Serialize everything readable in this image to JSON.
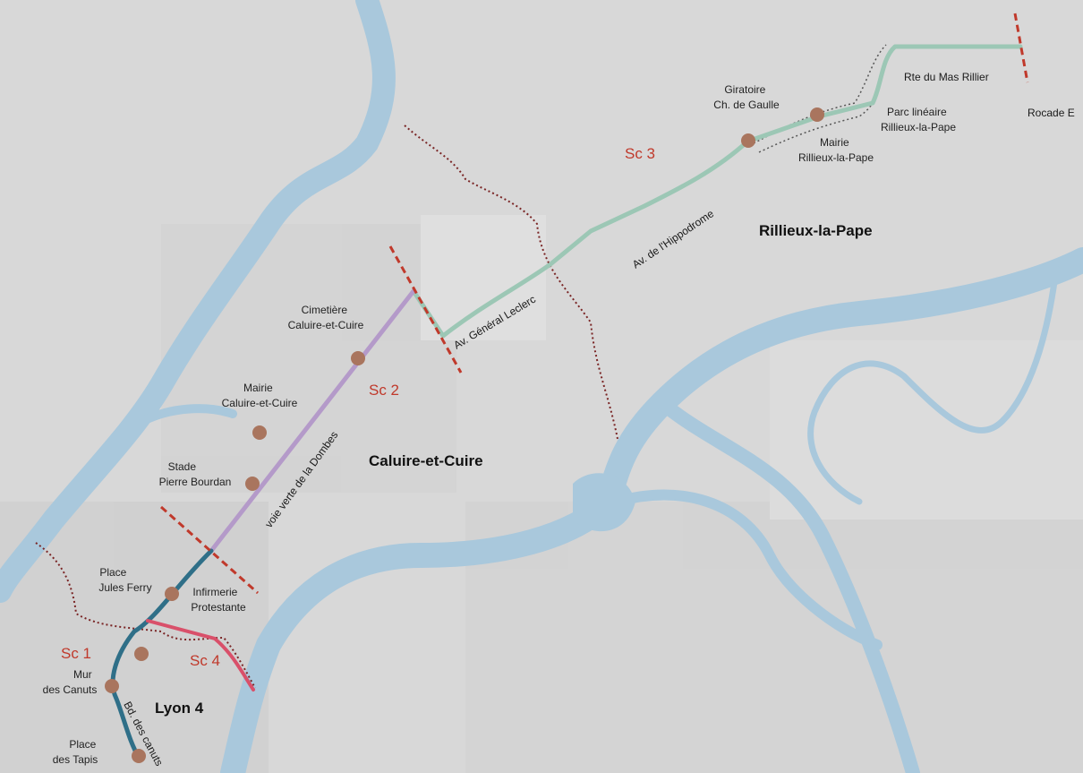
{
  "colors": {
    "background": "#d9d9d9",
    "water": "#a9c8dc",
    "route_sc1": "#2f6f88",
    "route_sc2": "#b49ac9",
    "route_sc3": "#9cc7b5",
    "route_sc4": "#d9506a",
    "stop": "#a9755e",
    "boundary": "#7a2525",
    "scenario_label": "#c0392b",
    "split_marker": "#c0392b"
  },
  "communes": {
    "rillieux": "Rillieux-la-Pape",
    "caluire": "Caluire-et-Cuire",
    "lyon4": "Lyon 4"
  },
  "scenarios": {
    "sc1": "Sc 1",
    "sc2": "Sc 2",
    "sc3": "Sc 3",
    "sc4": "Sc 4"
  },
  "streets": {
    "mas_rillier": "Rte du Mas Rillier",
    "hippodrome": "Av. de l'Hippodrome",
    "leclerc": "Av. Général Leclerc",
    "dombes": "voie verte de la Dombes",
    "canuts": "Bd. des canuts",
    "rocade": "Rocade E"
  },
  "places": {
    "giratoire": {
      "line1": "Giratoire",
      "line2": "Ch. de Gaulle"
    },
    "parc": {
      "line1": "Parc linéaire",
      "line2": "Rillieux-la-Pape"
    },
    "mairie_rillieux": {
      "line1": "Mairie",
      "line2": "Rillieux-la-Pape"
    },
    "cimetiere": {
      "line1": "Cimetière",
      "line2": "Caluire-et-Cuire"
    },
    "mairie_caluire": {
      "line1": "Mairie",
      "line2": "Caluire-et-Cuire"
    },
    "stade": {
      "line1": "Stade",
      "line2": "Pierre Bourdan"
    },
    "jules_ferry": {
      "line1": "Place",
      "line2": "Jules Ferry"
    },
    "infirmerie": {
      "line1": "Infirmerie",
      "line2": "Protestante"
    },
    "mur": {
      "line1": "Mur",
      "line2": "des Canuts"
    },
    "tapis": {
      "line1": "Place",
      "line2": "des Tapis"
    }
  }
}
